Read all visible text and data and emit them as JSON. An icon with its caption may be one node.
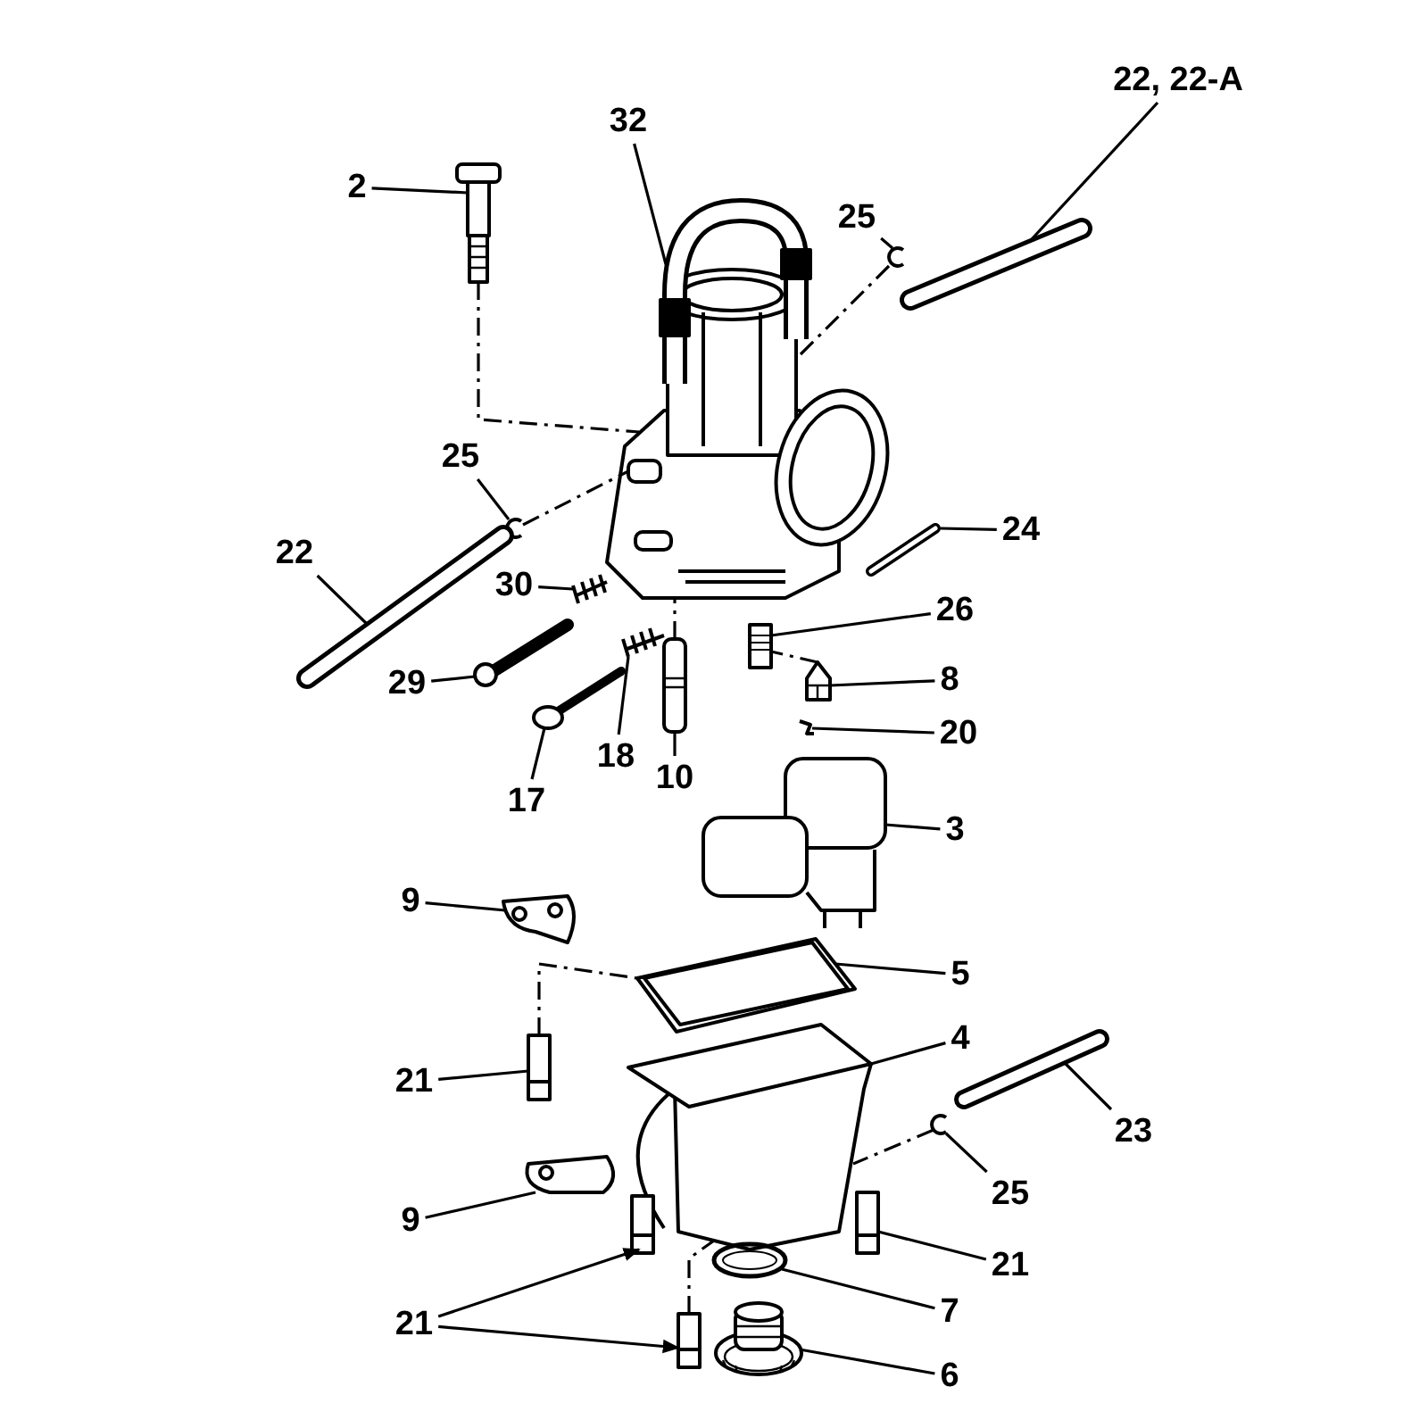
{
  "diagram": {
    "nodes": [
      {
        "text": [
          "2"
        ]
      },
      {
        "text": [
          "32"
        ]
      },
      {
        "text": [
          "22, 22-A"
        ]
      },
      {
        "text": [
          "25"
        ]
      },
      {
        "text": [
          "25"
        ]
      },
      {
        "text": [
          "22"
        ]
      },
      {
        "text": [
          "24"
        ]
      },
      {
        "text": [
          "30"
        ]
      },
      {
        "text": [
          "26"
        ]
      },
      {
        "text": [
          "29"
        ]
      },
      {
        "text": [
          "8"
        ]
      },
      {
        "text": [
          "18"
        ]
      },
      {
        "text": [
          "10"
        ]
      },
      {
        "text": [
          "17"
        ]
      },
      {
        "text": [
          "20"
        ]
      },
      {
        "text": [
          "3"
        ]
      },
      {
        "text": [
          "9"
        ]
      },
      {
        "text": [
          "5"
        ]
      },
      {
        "text": [
          "4"
        ]
      },
      {
        "text": [
          "21"
        ]
      },
      {
        "text": [
          "23"
        ]
      },
      {
        "text": [
          "25"
        ]
      },
      {
        "text": [
          "9"
        ]
      },
      {
        "text": [
          "21"
        ]
      },
      {
        "text": [
          "7"
        ]
      },
      {
        "text": [
          "21"
        ]
      },
      {
        "text": [
          "6"
        ]
      },
      {
        "text": [],
        "shape": "picture"
      },
      {
        "text": [],
        "shape": "picture"
      },
      {
        "text": [],
        "shape": "picture"
      },
      {
        "text": [],
        "shape": "picture"
      },
      {
        "text": [],
        "shape": "picture"
      },
      {
        "text": [],
        "shape": "picture"
      },
      {
        "text": [],
        "shape": "picture"
      },
      {
        "text": [],
        "shape": "picture"
      },
      {
        "text": [],
        "shape": "picture"
      },
      {
        "text": [],
        "shape": "picture"
      },
      {
        "text": [],
        "shape": "picture"
      },
      {
        "text": [],
        "shape": "picture"
      },
      {
        "text": [],
        "shape": "picture"
      },
      {
        "text": [],
        "shape": "picture"
      },
      {
        "text": [],
        "shape": "picture"
      },
      {
        "text": [],
        "shape": "picture"
      },
      {
        "text": [],
        "shape": "picture"
      },
      {
        "text": [],
        "shape": "picture"
      },
      {
        "text": [],
        "shape": "picture"
      },
      {
        "text": [],
        "shape": "picture"
      },
      {
        "text": [],
        "shape": "picture"
      },
      {
        "text": [],
        "shape": "picture"
      },
      {
        "text": [],
        "shape": "picture"
      },
      {
        "text": [],
        "shape": "picture"
      },
      {
        "text": [],
        "shape": "picture"
      },
      {
        "text": [],
        "shape": "picture"
      },
      {
        "text": [],
        "shape": "picture"
      },
      {
        "text": [],
        "shape": "picture"
      },
      {
        "text": [],
        "shape": "picture"
      }
    ],
    "edges": [
      {
        "from": 0,
        "to": 33,
        "arrow": "none"
      },
      {
        "from": 1,
        "to": 34,
        "arrow": "none"
      },
      {
        "from": 2,
        "to": 35,
        "arrow": "none"
      },
      {
        "from": 3,
        "to": 27,
        "arrow": "none"
      },
      {
        "from": 4,
        "to": 28,
        "arrow": "none"
      },
      {
        "from": 5,
        "to": 36,
        "arrow": "none"
      },
      {
        "from": 6,
        "to": 37,
        "arrow": "none"
      },
      {
        "from": 7,
        "to": 38,
        "arrow": "none"
      },
      {
        "from": 8,
        "to": 29,
        "arrow": "none"
      },
      {
        "from": 9,
        "to": 30,
        "arrow": "none"
      },
      {
        "from": 10,
        "to": 31,
        "arrow": "none"
      },
      {
        "from": 11,
        "to": 39,
        "arrow": "none"
      },
      {
        "from": 12,
        "to": 40,
        "arrow": "none"
      },
      {
        "from": 13,
        "to": 41,
        "arrow": "none"
      },
      {
        "from": 14,
        "to": 42,
        "arrow": "none"
      },
      {
        "from": 15,
        "to": 43,
        "arrow": "none"
      },
      {
        "from": 16,
        "to": 44,
        "arrow": "none"
      },
      {
        "from": 17,
        "to": 45,
        "arrow": "none"
      },
      {
        "from": 18,
        "to": 46,
        "arrow": "none"
      },
      {
        "from": 19,
        "to": 47,
        "arrow": "none"
      },
      {
        "from": 20,
        "to": 48,
        "arrow": "none"
      },
      {
        "from": 21,
        "to": 32,
        "arrow": "none"
      },
      {
        "from": 22,
        "to": 49,
        "arrow": "none"
      },
      {
        "from": 23,
        "to": 50,
        "arrow": "none"
      },
      {
        "from": 24,
        "to": 51,
        "arrow": "none"
      },
      {
        "from": 25,
        "to": 52,
        "arrow": "to"
      },
      {
        "from": 25,
        "to": 53,
        "arrow": "to"
      },
      {
        "from": 26,
        "to": 54,
        "arrow": "none"
      },
      {
        "from": 33,
        "to": 55,
        "arrow": "none",
        "style": "dashed"
      },
      {
        "from": 28,
        "to": 55,
        "arrow": "none",
        "style": "dashed"
      },
      {
        "from": 27,
        "to": 55,
        "arrow": "none",
        "style": "dashed"
      },
      {
        "from": 31,
        "to": 29,
        "arrow": "none",
        "style": "dashed"
      },
      {
        "from": 40,
        "to": 55,
        "arrow": "none",
        "style": "dashed"
      },
      {
        "from": 47,
        "to": 45,
        "arrow": "none",
        "style": "dashed"
      },
      {
        "from": 32,
        "to": 46,
        "arrow": "none",
        "style": "dashed"
      },
      {
        "from": 53,
        "to": 46,
        "arrow": "none",
        "style": "dashed"
      }
    ]
  }
}
